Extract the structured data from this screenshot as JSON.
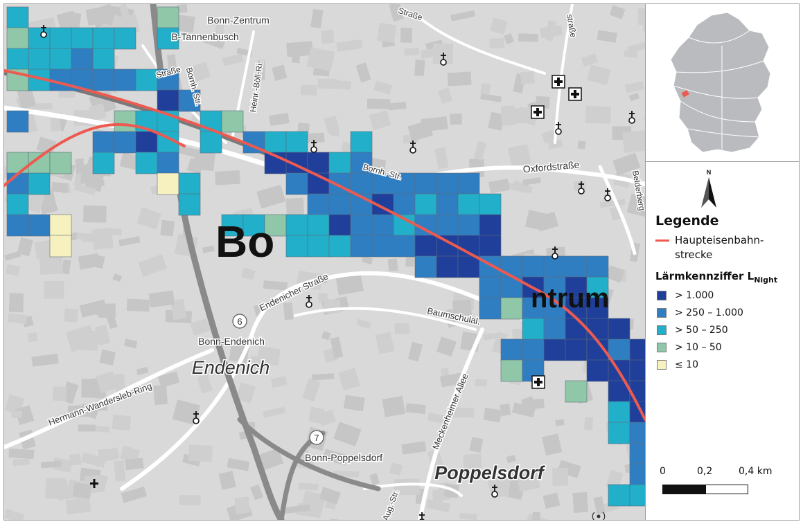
{
  "map": {
    "places": [
      {
        "name": "Bonn-Zentrum",
        "size": "small"
      },
      {
        "name": "B-Tannenbusch",
        "size": "small"
      },
      {
        "name": "Bonn-Endenich",
        "size": "small"
      },
      {
        "name": "Endenich",
        "size": "district"
      },
      {
        "name": "Poppelsdorf",
        "size": "district"
      },
      {
        "name": "Bonn-Poppelsdorf",
        "size": "small"
      },
      {
        "name": "Bo",
        "size": "city"
      },
      {
        "name": "ntrum",
        "size": "city"
      }
    ],
    "streets": [
      "Oxfordstraße",
      "Bornh.-Str.",
      "Bornh. Str.",
      "Heinr.-Böll-Ri.",
      "Straße",
      "Endenicher Straße",
      "Baumschulal.",
      "Meckenheimer Allee",
      "Hermann-Wandersleb-Ring",
      "Belderberg",
      "straße",
      "Straße",
      "s-Aug.-Str."
    ],
    "road_numbers": [
      "6",
      "7"
    ],
    "icons": [
      "church-icon",
      "hospital-icon",
      "radio-tower-icon"
    ]
  },
  "legend": {
    "title": "Legende",
    "rail_label": "Haupteisenbahn- strecke",
    "rail_color": "#ec5a50",
    "noise_title": "Lärmkennziffer L",
    "noise_sub": "Night",
    "classes": [
      {
        "label": "> 1.000",
        "color": "#1f3f9a"
      },
      {
        "label": "> 250 – 1.000",
        "color": "#2f7ec2"
      },
      {
        "label": "> 50 – 250",
        "color": "#22afc9"
      },
      {
        "label": "> 10 – 50",
        "color": "#8fc7a8"
      },
      {
        "label": "≤ 10",
        "color": "#f6f1bf"
      }
    ]
  },
  "scale": {
    "ticks": [
      "0",
      "0,2",
      "0,4 km"
    ]
  },
  "overview": {
    "region_marker_color": "#ec5a50"
  }
}
